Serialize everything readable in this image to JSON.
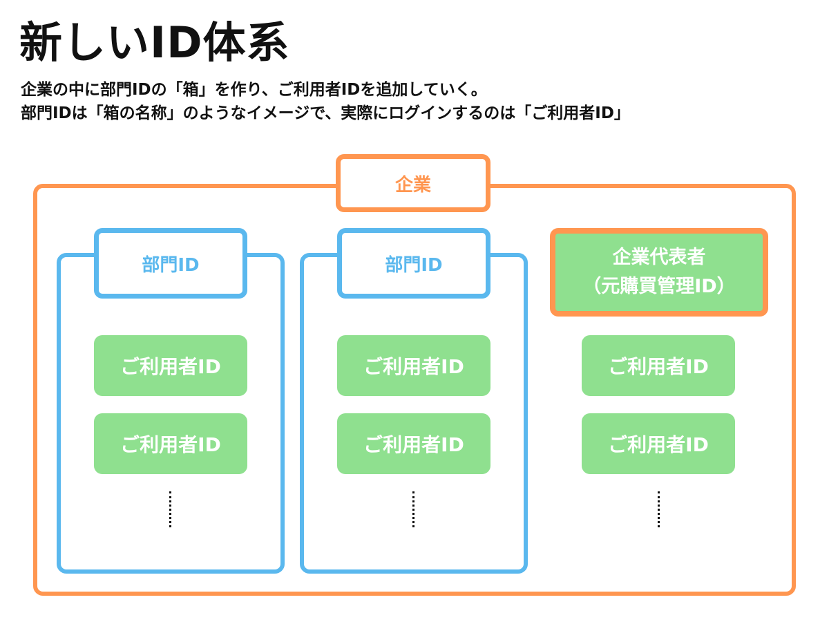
{
  "title": "新しいID体系",
  "description": [
    "企業の中に部門IDの「箱」を作り、ご利用者IDを追加していく。",
    "部門IDは「箱の名称」のようなイメージで、実際にログインするのは「ご利用者ID」"
  ],
  "company": {
    "label": "企業"
  },
  "departments": [
    {
      "label": "部門ID",
      "users": [
        "ご利用者ID",
        "ご利用者ID"
      ]
    },
    {
      "label": "部門ID",
      "users": [
        "ご利用者ID",
        "ご利用者ID"
      ]
    }
  ],
  "representative": {
    "line1": "企業代表者",
    "line2": "（元購買管理ID）",
    "users": [
      "ご利用者ID",
      "ご利用者ID"
    ]
  },
  "colors": {
    "company": "#ff9650",
    "department": "#5ab8ee",
    "user": "#8fe08f"
  }
}
